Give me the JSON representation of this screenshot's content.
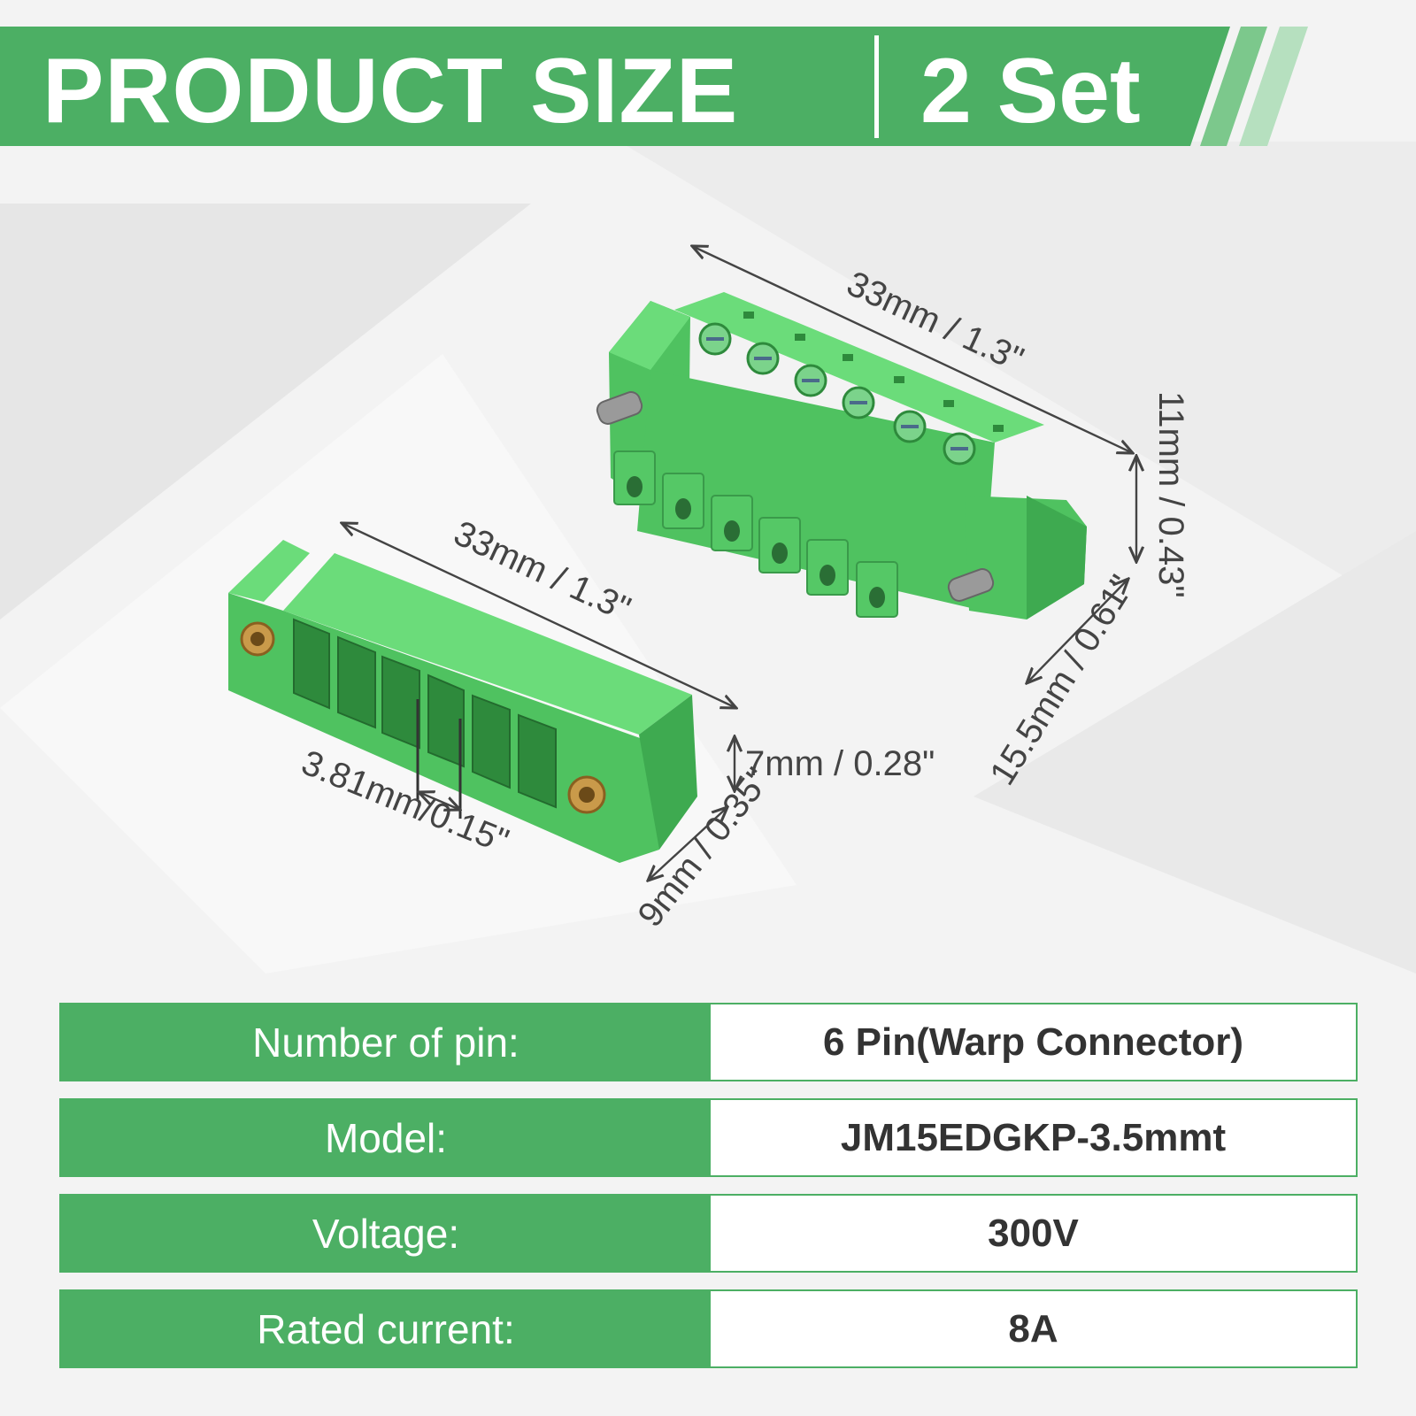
{
  "banner": {
    "title": "PRODUCT SIZE",
    "subtitle": "2 Set"
  },
  "dimensions": {
    "top_length": "33mm / 1.3\"",
    "top_height": "11mm / 0.43\"",
    "top_depth": "15.5mm / 0.61\"",
    "bottom_length": "33mm / 1.3\"",
    "bottom_height": "7mm / 0.28\"",
    "bottom_depth": "9mm / 0.35\"",
    "pitch": "3.81mm/0.15\""
  },
  "specs": [
    {
      "label": "Number of pin:",
      "value": "6 Pin(Warp Connector)"
    },
    {
      "label": "Model:",
      "value": "JM15EDGKP-3.5mmt"
    },
    {
      "label": "Voltage:",
      "value": "300V"
    },
    {
      "label": "Rated current:",
      "value": "8A"
    }
  ],
  "colors": {
    "accent_green": "#4caf64",
    "connector_green": "#5fd06e",
    "background": "#f2f2f2"
  }
}
